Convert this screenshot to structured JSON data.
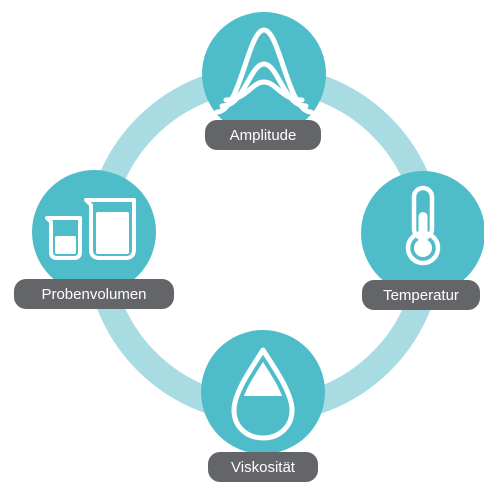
{
  "colors": {
    "ring": "#a9dce2",
    "node": "#4fbdc9",
    "icon": "#ffffff",
    "label_bg": "#646568",
    "label_text": "#ffffff"
  },
  "nodes": [
    {
      "id": "amplitude",
      "label": "Amplitude",
      "icon": "amplitude-peaks-icon"
    },
    {
      "id": "temperatur",
      "label": "Temperatur",
      "icon": "thermometer-icon"
    },
    {
      "id": "viskositaet",
      "label": "Viskosität",
      "icon": "drop-icon"
    },
    {
      "id": "probenvolumen",
      "label": "Probenvolumen",
      "icon": "beakers-icon"
    }
  ]
}
